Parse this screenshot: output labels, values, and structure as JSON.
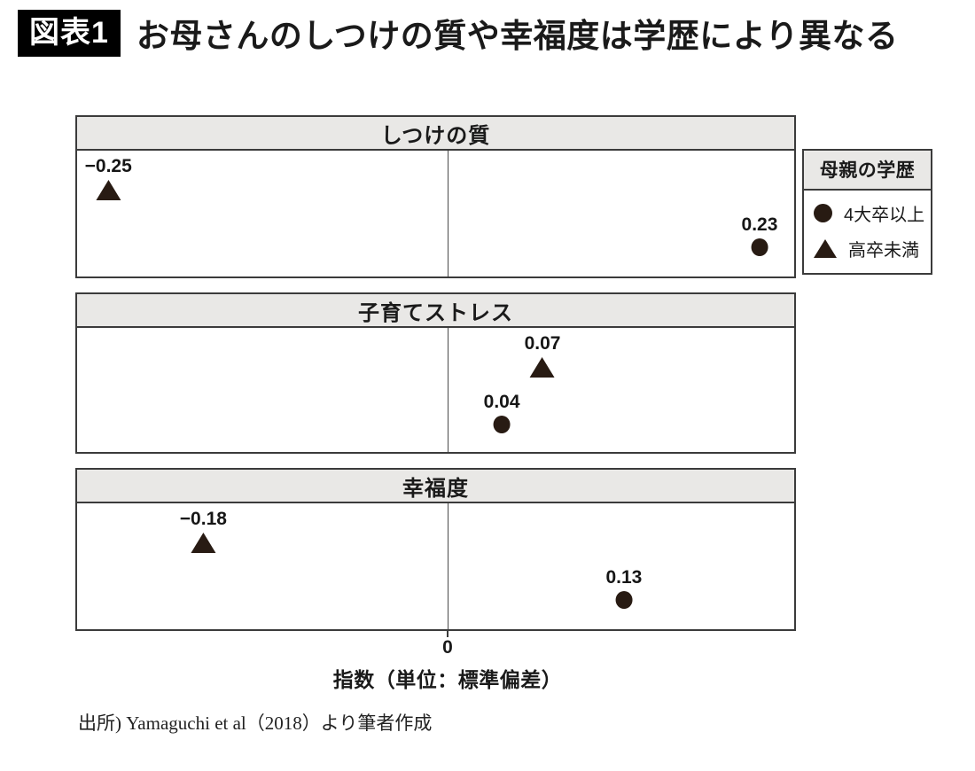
{
  "header": {
    "badge": "図表1",
    "title": "お母さんのしつけの質や幸福度は学歴により異なる"
  },
  "source": "出所) Yamaguchi et al（2018）より筆者作成",
  "colors": {
    "marker": "#281b13",
    "panel_header_bg": "#e9e8e6",
    "border": "#3b3b3b",
    "badge_bg": "#000000",
    "badge_text": "#ffffff"
  },
  "chart_data": {
    "type": "scatter",
    "title": "お母さんのしつけの質や幸福度は学歴により異なる",
    "xlabel": "指数（単位：標準偏差）",
    "xlim": [
      -0.273,
      0.2555
    ],
    "zero_tick_label": "0",
    "grid": "single vertical zero line per panel",
    "legend_position": "right of first panel",
    "panels": [
      {
        "title": "しつけの質",
        "points": [
          {
            "series": "高卒未満",
            "marker": "triangle",
            "value": -0.25,
            "label": "−0.25"
          },
          {
            "series": "4大卒以上",
            "marker": "circle",
            "value": 0.23,
            "label": "0.23"
          }
        ]
      },
      {
        "title": "子育てストレス",
        "points": [
          {
            "series": "高卒未満",
            "marker": "triangle",
            "value": 0.07,
            "label": "0.07"
          },
          {
            "series": "4大卒以上",
            "marker": "circle",
            "value": 0.04,
            "label": "0.04"
          }
        ]
      },
      {
        "title": "幸福度",
        "points": [
          {
            "series": "高卒未満",
            "marker": "triangle",
            "value": -0.18,
            "label": "−0.18"
          },
          {
            "series": "4大卒以上",
            "marker": "circle",
            "value": 0.13,
            "label": "0.13"
          }
        ]
      }
    ],
    "legend": {
      "title": "母親の学歴",
      "items": [
        {
          "marker": "circle",
          "label": "4大卒以上"
        },
        {
          "marker": "triangle",
          "label": "高卒未満"
        }
      ]
    }
  }
}
